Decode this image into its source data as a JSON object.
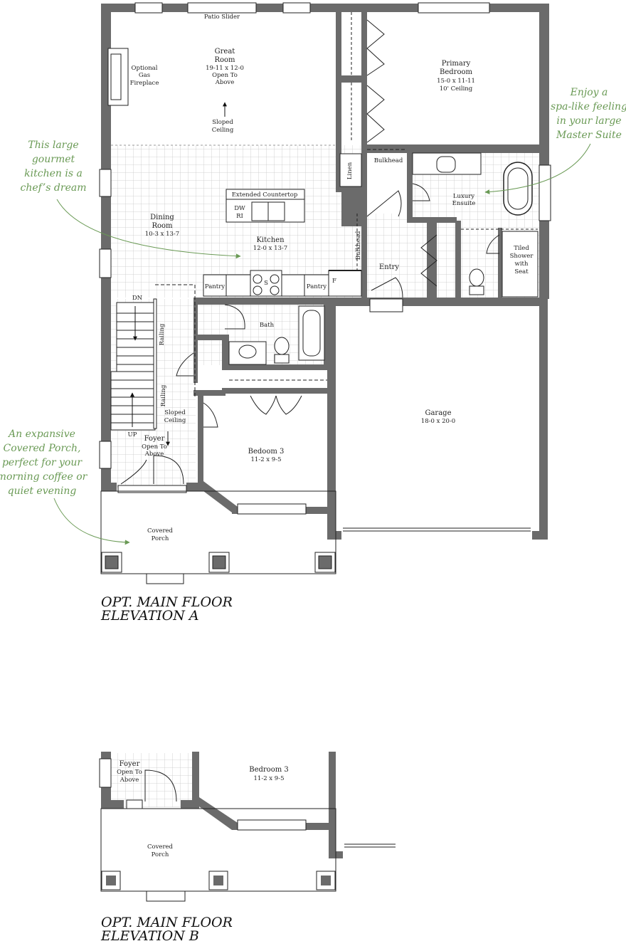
{
  "elevation_a": {
    "rooms": {
      "patio_slider": "Patio Slider",
      "great_room": [
        "Great",
        "Room",
        "19-11 x 12-0",
        "Open To",
        "Above"
      ],
      "fireplace": [
        "Optional",
        "Gas",
        "Fireplace"
      ],
      "sloped_ceiling_great": [
        "Sloped",
        "Ceiling"
      ],
      "primary_bedroom": [
        "Primary",
        "Bedroom",
        "15-0 x 11-11",
        "10' Ceiling"
      ],
      "linen": "Linen",
      "bulkhead_top": "Bulkhead",
      "luxury_ensuite": [
        "Luxury",
        "Ensuite"
      ],
      "tiled_shower": [
        "Tiled",
        "Shower",
        "with",
        "Seat"
      ],
      "extended_countertop": "Extended Countertop",
      "dw": "DW",
      "ri": "RI",
      "dining_room": [
        "Dining",
        "Room",
        "10-3 x 13-7"
      ],
      "kitchen": [
        "Kitchen",
        "12-0 x 13-7"
      ],
      "bulkhead_side": "Bulkhead",
      "entry": "Entry",
      "pantry_left": "Pantry",
      "pantry_right": "Pantry",
      "stove": "S",
      "fridge": "F",
      "dn": "DN",
      "bath": "Bath",
      "railing_top": "Railing",
      "railing_bottom": "Railing",
      "sloped_ceiling_foyer": [
        "Sloped",
        "Ceiling"
      ],
      "up": "UP",
      "foyer": [
        "Foyer",
        "Open To",
        "Above"
      ],
      "bedroom3": [
        "Bedoom 3",
        "11-2 x 9-5"
      ],
      "garage": [
        "Garage",
        "18-0 x 20-0"
      ],
      "covered_porch": [
        "Covered",
        "Porch"
      ]
    },
    "title": [
      "OPT. MAIN FLOOR",
      "ELEVATION A"
    ]
  },
  "callouts": {
    "kitchen": [
      "This large",
      "gourmet",
      "kitchen is a",
      "chef’s dream"
    ],
    "suite": [
      "Enjoy a",
      "spa-like feeling",
      "in your large",
      "Master Suite"
    ],
    "porch": [
      "An expansive",
      "Covered Porch,",
      "perfect for your",
      "morning coffee or",
      "quiet evening"
    ]
  },
  "elevation_b": {
    "foyer": [
      "Foyer",
      "Open To",
      "Above"
    ],
    "bedroom3": [
      "Bedroom 3",
      "11-2 x 9-5"
    ],
    "covered_porch": [
      "Covered",
      "Porch"
    ],
    "title": [
      "OPT. MAIN FLOOR",
      "ELEVATION B"
    ]
  },
  "colors": {
    "wall": "#6b6b6b",
    "callout": "#6a9a55",
    "tile_grid": "#c8c8c8"
  }
}
